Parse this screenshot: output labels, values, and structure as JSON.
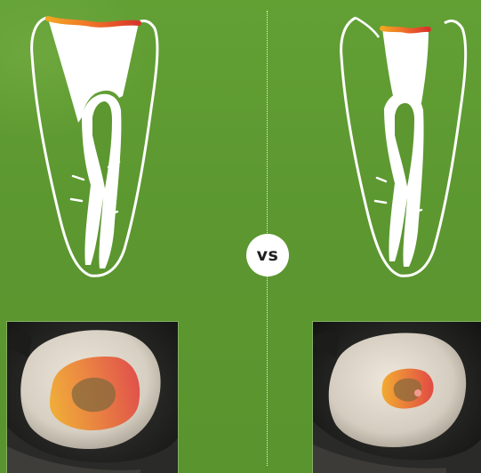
{
  "comparison": {
    "vs_label": "vs"
  },
  "colors": {
    "background_green": "#5f9a31",
    "tooth_outline": "#ffffff",
    "access_gradient_start": "#f2a623",
    "access_gradient_end": "#d7342b",
    "overlay_orange": "#f3a51f",
    "overlay_red": "#e23b35"
  },
  "icons": {
    "left_tooth": "tooth-cross-section-wide-access",
    "right_tooth": "tooth-cross-section-narrow-access",
    "left_photo": "occlusal-photo-large-cavity",
    "right_photo": "occlusal-photo-small-cavity"
  }
}
